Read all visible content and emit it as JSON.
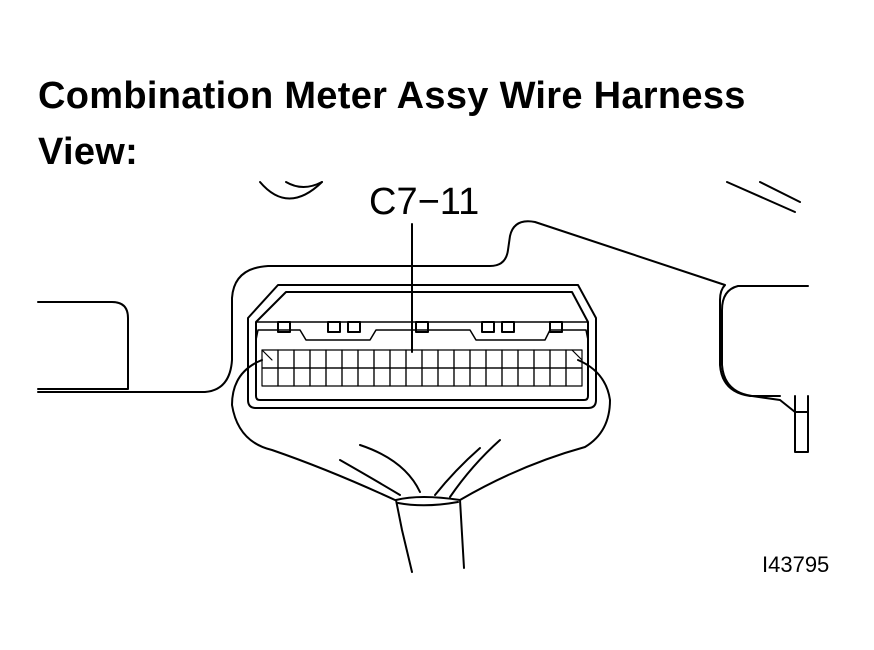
{
  "diagram": {
    "title": "Combination Meter Assy Wire Harness View:",
    "connector_label": "C7−11",
    "figure_id": "I43795",
    "line_color": "#000000",
    "background_color": "#ffffff",
    "terminal_rows": 2,
    "terminals_per_row": 20
  }
}
